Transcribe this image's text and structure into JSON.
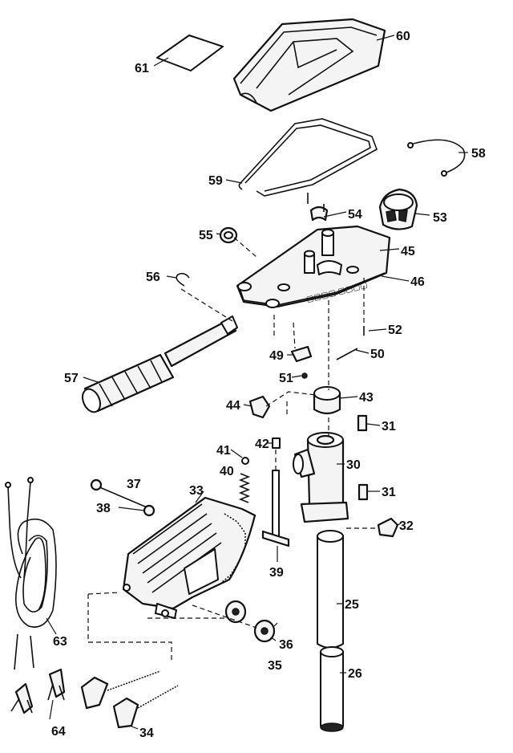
{
  "diagram": {
    "callouts": [
      {
        "id": "c61",
        "text": "61"
      },
      {
        "id": "c60",
        "text": "60"
      },
      {
        "id": "c58",
        "text": "58"
      },
      {
        "id": "c59",
        "text": "59"
      },
      {
        "id": "c54",
        "text": "54"
      },
      {
        "id": "c53",
        "text": "53"
      },
      {
        "id": "c55",
        "text": "55"
      },
      {
        "id": "c45",
        "text": "45"
      },
      {
        "id": "c56",
        "text": "56"
      },
      {
        "id": "c46",
        "text": "46"
      },
      {
        "id": "c52",
        "text": "52"
      },
      {
        "id": "c49",
        "text": "49"
      },
      {
        "id": "c50",
        "text": "50"
      },
      {
        "id": "c57",
        "text": "57"
      },
      {
        "id": "c51",
        "text": "51"
      },
      {
        "id": "c43",
        "text": "43"
      },
      {
        "id": "c44",
        "text": "44"
      },
      {
        "id": "c31a",
        "text": "31"
      },
      {
        "id": "c42",
        "text": "42"
      },
      {
        "id": "c41",
        "text": "41"
      },
      {
        "id": "c40",
        "text": "40"
      },
      {
        "id": "c30",
        "text": "30"
      },
      {
        "id": "c37",
        "text": "37"
      },
      {
        "id": "c33",
        "text": "33"
      },
      {
        "id": "c31b",
        "text": "31"
      },
      {
        "id": "c38",
        "text": "38"
      },
      {
        "id": "c32",
        "text": "32"
      },
      {
        "id": "c39",
        "text": "39"
      },
      {
        "id": "c25",
        "text": "25"
      },
      {
        "id": "c63",
        "text": "63"
      },
      {
        "id": "c36",
        "text": "36"
      },
      {
        "id": "c35",
        "text": "35"
      },
      {
        "id": "c26",
        "text": "26"
      },
      {
        "id": "c64",
        "text": "64"
      },
      {
        "id": "c34",
        "text": "34"
      }
    ]
  }
}
